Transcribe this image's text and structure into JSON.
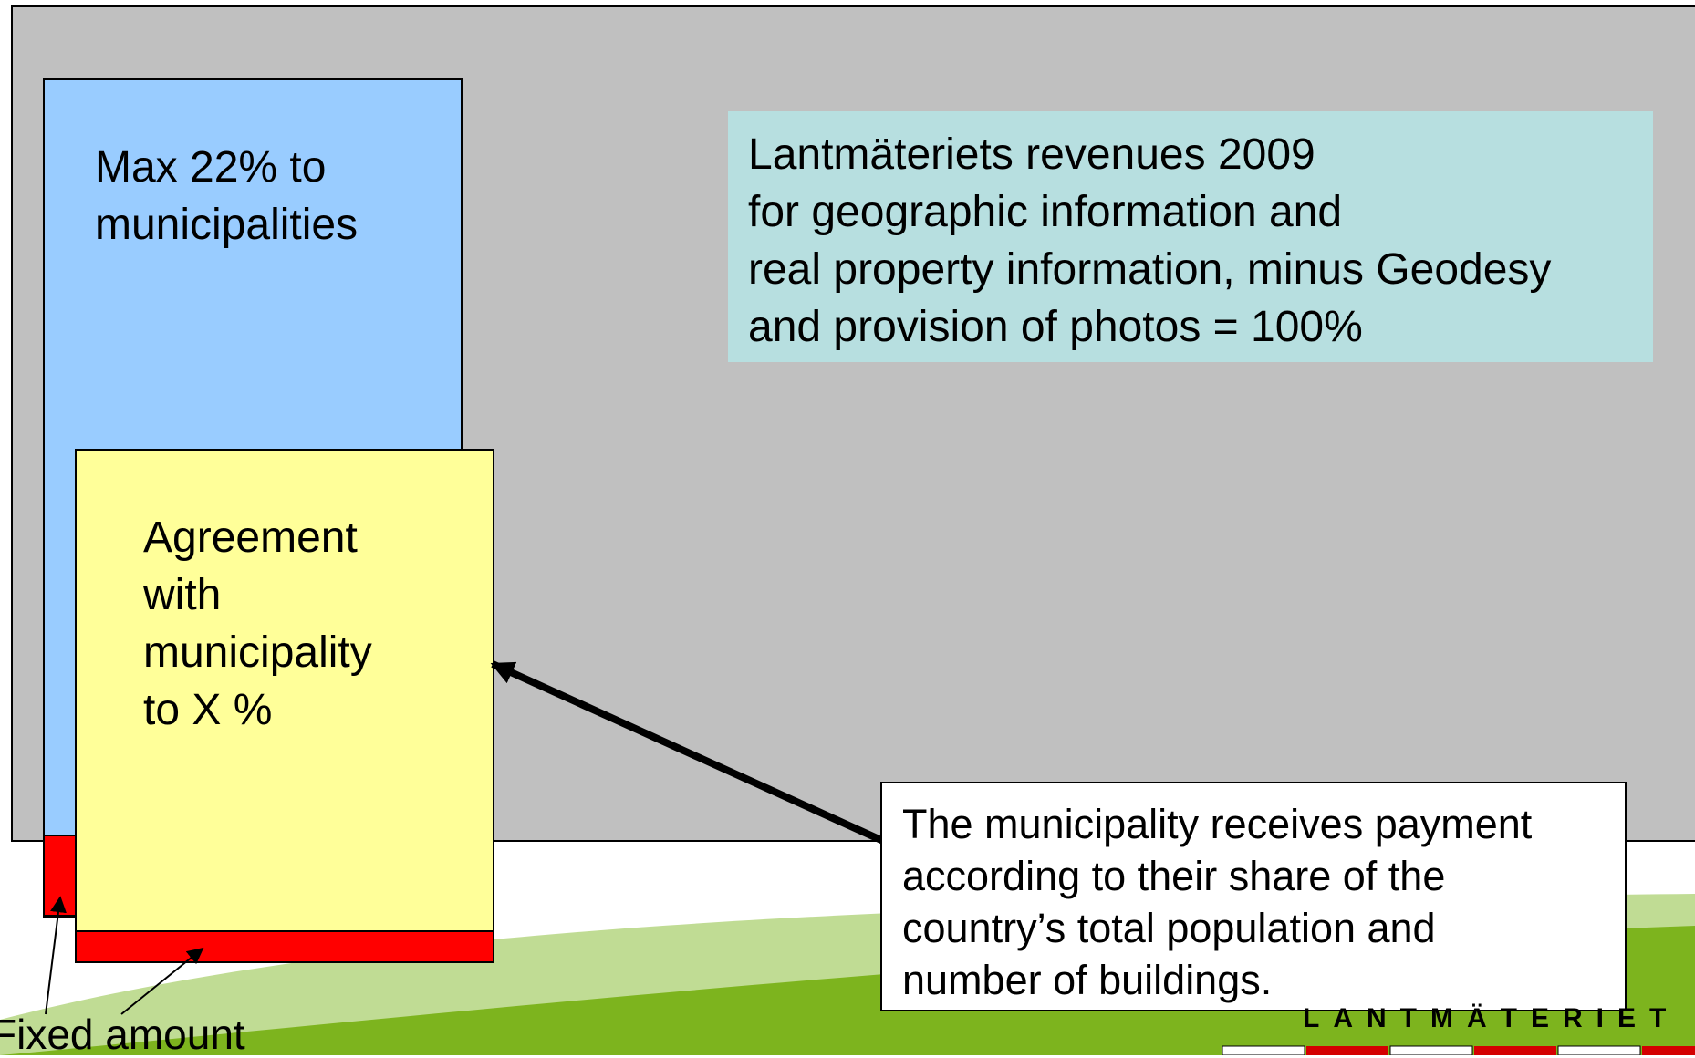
{
  "colors": {
    "panel": "#c0c0c0",
    "blue_block": "#99ccff",
    "yellow_block": "#ffff99",
    "red_strip": "#ff0000",
    "title_box": "#b7dfe0",
    "hill_light": "#c0dc94",
    "hill_dark": "#7db41e"
  },
  "blue_block": {
    "label": "Max 22% to\nmunicipalities"
  },
  "yellow_block": {
    "label": "Agreement\nwith\nmunicipality\nto X %"
  },
  "title_box": {
    "text": "Lantmäteriets revenues 2009\nfor geographic information and\nreal property information, minus Geodesy\nand provision of photos = 100%"
  },
  "callout": {
    "text": "The municipality receives payment\naccording to their share of the\ncountry’s total population and\nnumber of buildings."
  },
  "fixed_amount_label": "Fixed amount",
  "logo": {
    "text": "LANTMÄTERIET"
  }
}
